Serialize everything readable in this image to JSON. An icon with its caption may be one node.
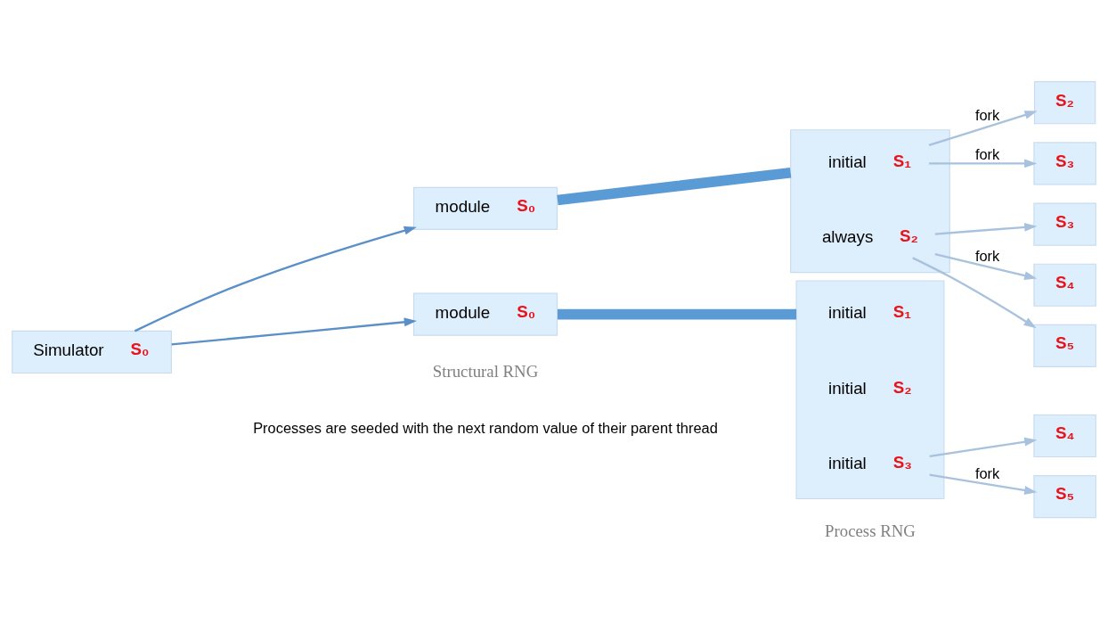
{
  "diagram": {
    "nodes": [
      {
        "text": [
          "Simulator",
          "S₀"
        ]
      },
      {
        "text": [
          "module",
          "S₀"
        ]
      },
      {
        "text": [
          "module",
          "S₀"
        ]
      },
      {
        "text": [],
        "shape": "box"
      },
      {
        "text": [
          "initial",
          "S₁"
        ],
        "in": 3
      },
      {
        "text": [
          "always",
          "S₂"
        ],
        "in": 3
      },
      {
        "text": [],
        "shape": "box"
      },
      {
        "text": [
          "initial",
          "S₁"
        ],
        "in": 6
      },
      {
        "text": [
          "initial",
          "S₂"
        ],
        "in": 6
      },
      {
        "text": [
          "initial",
          "S₃"
        ],
        "in": 6
      },
      {
        "text": [
          "S₂"
        ]
      },
      {
        "text": [
          "S₃"
        ]
      },
      {
        "text": [
          "S₃"
        ]
      },
      {
        "text": [
          "S₄"
        ]
      },
      {
        "text": [
          "S₅"
        ]
      },
      {
        "text": [
          "S₄"
        ]
      },
      {
        "text": [
          "S₅"
        ]
      }
    ],
    "edges": [
      {
        "from": 0,
        "to": 1,
        "arrow": "to",
        "color": "#5b8fc7"
      },
      {
        "from": 0,
        "to": 2,
        "arrow": "to",
        "color": "#5b8fc7"
      },
      {
        "from": 1,
        "to": 3,
        "arrow": "none",
        "style": "thick",
        "color": "#5b9bd5"
      },
      {
        "from": 2,
        "to": 6,
        "arrow": "none",
        "style": "thick",
        "color": "#5b9bd5"
      },
      {
        "from": 4,
        "to": 10,
        "arrow": "to",
        "label": "fork"
      },
      {
        "from": 4,
        "to": 11,
        "arrow": "to",
        "label": "fork"
      },
      {
        "from": 5,
        "to": 12,
        "arrow": "to"
      },
      {
        "from": 5,
        "to": 13,
        "arrow": "to",
        "label": "fork"
      },
      {
        "from": 5,
        "to": 14,
        "arrow": "to"
      },
      {
        "from": 9,
        "to": 15,
        "arrow": "to"
      },
      {
        "from": 9,
        "to": 16,
        "arrow": "to",
        "label": "fork"
      }
    ],
    "labels": [
      "Structural RNG",
      "Process RNG",
      "Processes are seeded with the next random value of their parent thread"
    ]
  }
}
